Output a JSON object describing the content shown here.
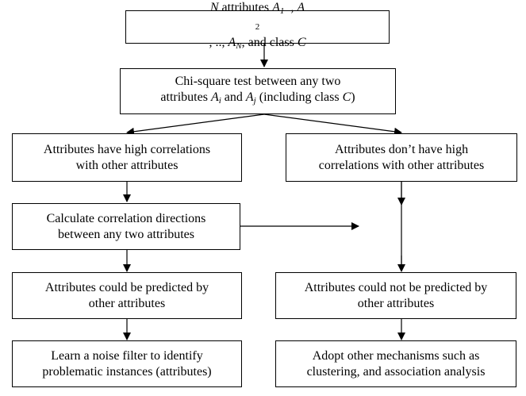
{
  "nodes": {
    "input": {
      "prefix": "N",
      "mid": " attributes ",
      "a1": "A",
      "s1": "1",
      "sep1": "  , ",
      "a2": "A",
      "s2": "2",
      "sep2": ", .., ",
      "an": "A",
      "sn": "N",
      "suffix": ", and class ",
      "c": "C"
    },
    "chi": {
      "line1": "Chi-square test between any two",
      "pre": "attributes ",
      "ai": "A",
      "si": "i",
      "and": " and ",
      "aj": "A",
      "sj": "j",
      "post": " (including class ",
      "c": "C",
      "close": ")"
    },
    "high": {
      "line1": "Attributes have high correlations",
      "line2": "with other attributes"
    },
    "nohigh": {
      "line1": "Attributes don’t have high",
      "line2": "correlations with other attributes"
    },
    "calc": {
      "line1": "Calculate correlation directions",
      "line2": "between any two attributes"
    },
    "could": {
      "line1": "Attributes could be predicted by",
      "line2": "other attributes"
    },
    "couldnot": {
      "line1": "Attributes could not be predicted by",
      "line2": "other attributes"
    },
    "learn": {
      "line1": "Learn a noise filter to identify",
      "line2": "problematic instances (attributes)"
    },
    "adopt": {
      "line1": "Adopt other mechanisms such as",
      "line2": "clustering, and association analysis"
    }
  }
}
